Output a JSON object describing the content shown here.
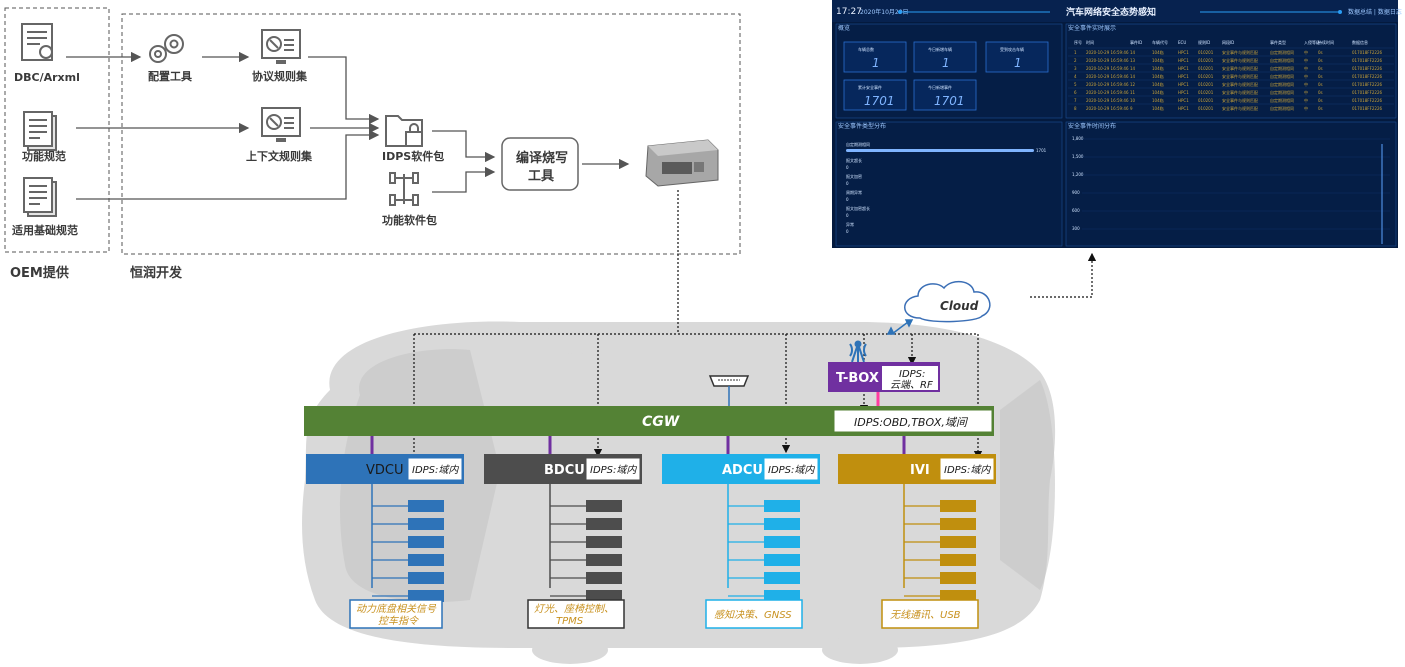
{
  "oem": {
    "title": "OEM提供",
    "inputs": [
      {
        "label": "DBC/Arxml",
        "icon": "document-tools-icon"
      },
      {
        "label": "功能规范",
        "icon": "document-icon"
      },
      {
        "label": "适用基础规范",
        "icon": "document-icon"
      }
    ]
  },
  "dev": {
    "title": "恒润开发",
    "config_tool": "配置工具",
    "protocol_rules": "协议规则集",
    "context_rules": "上下文规则集",
    "idps_package": "IDPS软件包",
    "function_package": "功能软件包",
    "compile_tool_line1": "编译烧写",
    "compile_tool_line2": "工具"
  },
  "cloud": {
    "label": "Cloud"
  },
  "tbox": {
    "label": "T-BOX",
    "idps_line1": "IDPS:",
    "idps_line2": "云端、RF"
  },
  "cgw": {
    "label": "CGW",
    "idps": "IDPS:OBD,TBOX,域间"
  },
  "ecus": [
    {
      "name": "VDCU",
      "idps": "IDPS:域内",
      "color": "#2e73b8",
      "desc_line1": "动力底盘相关信号",
      "desc_line2": "控车指令"
    },
    {
      "name": "BDCU",
      "idps": "IDPS:域内",
      "color": "#4d4d4d",
      "desc_line1": "灯光、座椅控制、",
      "desc_line2": "TPMS"
    },
    {
      "name": "ADCU",
      "idps": "IDPS:域内",
      "color": "#1fb0e8",
      "desc_line1": "感知决策、GNSS",
      "desc_line2": ""
    },
    {
      "name": "IVI",
      "idps": "IDPS:域内",
      "color": "#c08f0e",
      "desc_line1": "无线通讯、USB",
      "desc_line2": ""
    }
  ],
  "dashboard": {
    "clock": "17:27",
    "date": "2020年10月29日",
    "title": "汽车网络安全态势感知",
    "menu": "数据总结 | 数据日志",
    "panel_overview": "概览",
    "panel_events": "安全事件实时展示",
    "panel_type_dist": "安全事件类型分布",
    "panel_time_dist": "安全事件时间分布",
    "stats": [
      {
        "label": "车辆总数",
        "value": "1"
      },
      {
        "label": "今日新增车辆",
        "value": "1"
      },
      {
        "label": "受到攻击车辆",
        "value": "1"
      },
      {
        "label": "累计安全事件",
        "value": "1701"
      },
      {
        "label": "今日新增事件",
        "value": "1701"
      }
    ],
    "table_headers": [
      "序号",
      "时间",
      "事件ID",
      "车辆代号",
      "ECU",
      "规则ID",
      "网段ID",
      "事件类型",
      "入侵等级",
      "持续时间",
      "数据信息"
    ],
    "table_rows": [
      [
        "1",
        "2020-10-29 16:59:46",
        "14",
        "104临",
        "HPC1",
        "010201",
        "安全事件与规则匹配",
        "自定期测相同",
        "中",
        "0s",
        "017018FF2226"
      ],
      [
        "2",
        "2020-10-29 16:59:46",
        "13",
        "104临",
        "HPC1",
        "010201",
        "安全事件与规则匹配",
        "自定期测相同",
        "中",
        "0s",
        "017018FF2226"
      ],
      [
        "3",
        "2020-10-29 16:59:46",
        "14",
        "104临",
        "HPC1",
        "010201",
        "安全事件与规则匹配",
        "自定期测相同",
        "中",
        "0s",
        "017018FF2226"
      ],
      [
        "4",
        "2020-10-29 16:59:46",
        "14",
        "104临",
        "HPC1",
        "010201",
        "安全事件与规则匹配",
        "自定期测相同",
        "中",
        "0s",
        "017018FF2226"
      ],
      [
        "5",
        "2020-10-29 16:59:46",
        "12",
        "104临",
        "HPC1",
        "010201",
        "安全事件与规则匹配",
        "自定期测相同",
        "中",
        "0s",
        "017018FF2226"
      ],
      [
        "6",
        "2020-10-29 16:59:46",
        "11",
        "104临",
        "HPC1",
        "010201",
        "安全事件与规则匹配",
        "自定期测相同",
        "中",
        "0s",
        "017018FF2226"
      ],
      [
        "7",
        "2020-10-29 16:59:46",
        "10",
        "104临",
        "HPC1",
        "010201",
        "安全事件与规则匹配",
        "自定期测相同",
        "中",
        "0s",
        "017018FF2226"
      ],
      [
        "8",
        "2020-10-29 16:59:46",
        "9",
        "104临",
        "HPC1",
        "010201",
        "安全事件与规则匹配",
        "自定期测相同",
        "中",
        "0s",
        "017018FF2226"
      ]
    ],
    "type_dist": [
      {
        "label": "自定期测相同",
        "value": "1701",
        "fraction": 1.0
      },
      {
        "label": "报文超长",
        "value": "0",
        "fraction": 0
      },
      {
        "label": "报文加密",
        "value": "0",
        "fraction": 0
      },
      {
        "label": "周期异常",
        "value": "0",
        "fraction": 0
      },
      {
        "label": "报文加密超长",
        "value": "0",
        "fraction": 0
      },
      {
        "label": "异常",
        "value": "0",
        "fraction": 0
      }
    ],
    "time_axis": [
      "1,800",
      "1,500",
      "1,200",
      "900",
      "600",
      "300"
    ]
  }
}
